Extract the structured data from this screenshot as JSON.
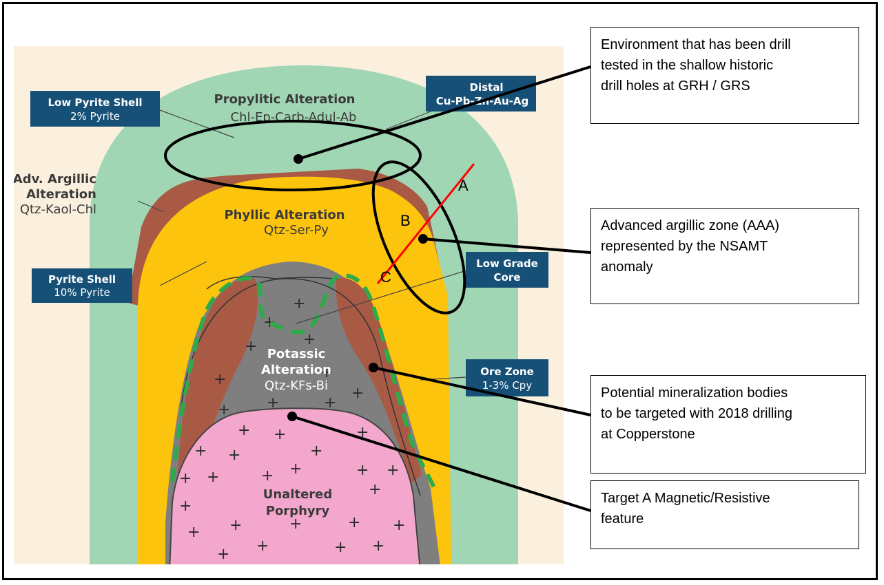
{
  "diagram": {
    "zones": {
      "propylitic": {
        "title": "Propylitic Alteration",
        "sub": "Chl-Ep-Carb-Adul-Ab"
      },
      "adv_argillic": {
        "line1": "Adv. Argillic",
        "line2": "Alteration",
        "sub": "Qtz-Kaol-Chl"
      },
      "phyllic": {
        "title": "Phyllic Alteration",
        "sub": "Qtz-Ser-Py"
      },
      "potassic": {
        "line1": "Potassic",
        "line2": "Alteration",
        "sub": "Qtz-KFs-Bi"
      },
      "unaltered": {
        "line1": "Unaltered",
        "line2": "Porphyry"
      }
    },
    "tags": {
      "low_pyrite_shell": {
        "title": "Low Pyrite Shell",
        "sub": "2% Pyrite"
      },
      "distal": {
        "title": "Distal",
        "sub": "Cu-Pb-Zn-Au-Ag"
      },
      "pyrite_shell": {
        "title": "Pyrite Shell",
        "sub": "10% Pyrite"
      },
      "low_grade_core": {
        "title": "Low Grade",
        "sub": "Core"
      },
      "ore_zone": {
        "title": "Ore Zone",
        "sub": "1-3% Cpy"
      }
    },
    "section_labels": {
      "a": "A",
      "b": "B",
      "c": "C"
    },
    "colors": {
      "propylitic": "#a1d6b4",
      "phyllic": "#fdc40d",
      "argillic": "#a85a45",
      "potassic": "#7f7f7f",
      "porphyry": "#f3a7cc",
      "tag_blue": "#165077",
      "dashed_outline": "#2eaa4a",
      "section_line": "#ff0000"
    }
  },
  "callouts": {
    "drill_tested": {
      "lines": [
        "Environment that has been drill",
        "tested in the shallow historic",
        "drill holes at GRH / GRS"
      ]
    },
    "aaa_zone": {
      "lines": [
        "Advanced argillic zone (AAA)",
        "represented by the NSAMT",
        "anomaly"
      ]
    },
    "mineralization": {
      "lines": [
        "Potential mineralization bodies",
        "to be targeted with 2018 drilling",
        "at Copperstone"
      ]
    },
    "target_a": {
      "lines": [
        "Target A Magnetic/Resistive",
        "feature"
      ]
    }
  }
}
